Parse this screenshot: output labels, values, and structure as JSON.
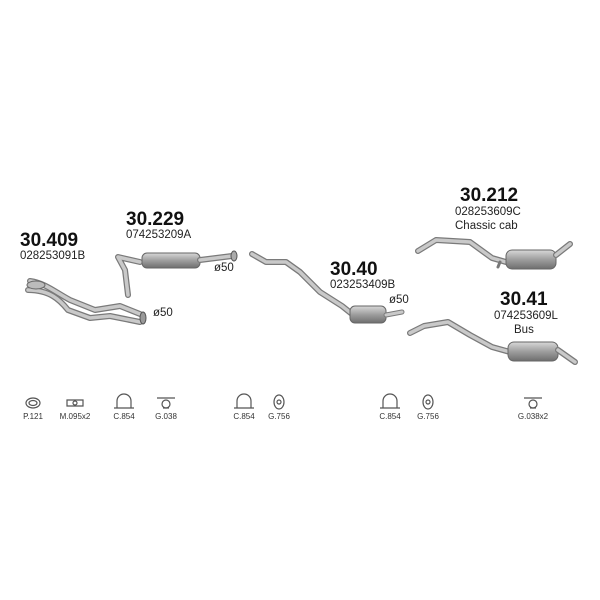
{
  "parts": [
    {
      "number": "30.409",
      "oem": "028253091B",
      "diameter": "ø50"
    },
    {
      "number": "30.229",
      "oem": "074253209A",
      "diameter": "ø50"
    },
    {
      "number": "30.40",
      "oem": "023253409B",
      "diameter": "ø50"
    },
    {
      "number": "30.212",
      "oem": "028253609C",
      "note": "Chassic cab"
    },
    {
      "number": "30.41",
      "oem": "074253609L",
      "note": "Bus"
    }
  ],
  "accessories": [
    "P.121",
    "M.095x2",
    "C.854",
    "G.038",
    "C.854",
    "G.756",
    "C.854",
    "G.756",
    "G.038x2"
  ],
  "colors": {
    "pipe": "#a9a9a9",
    "pipe_dark": "#7a7a7a",
    "text": "#222222"
  }
}
